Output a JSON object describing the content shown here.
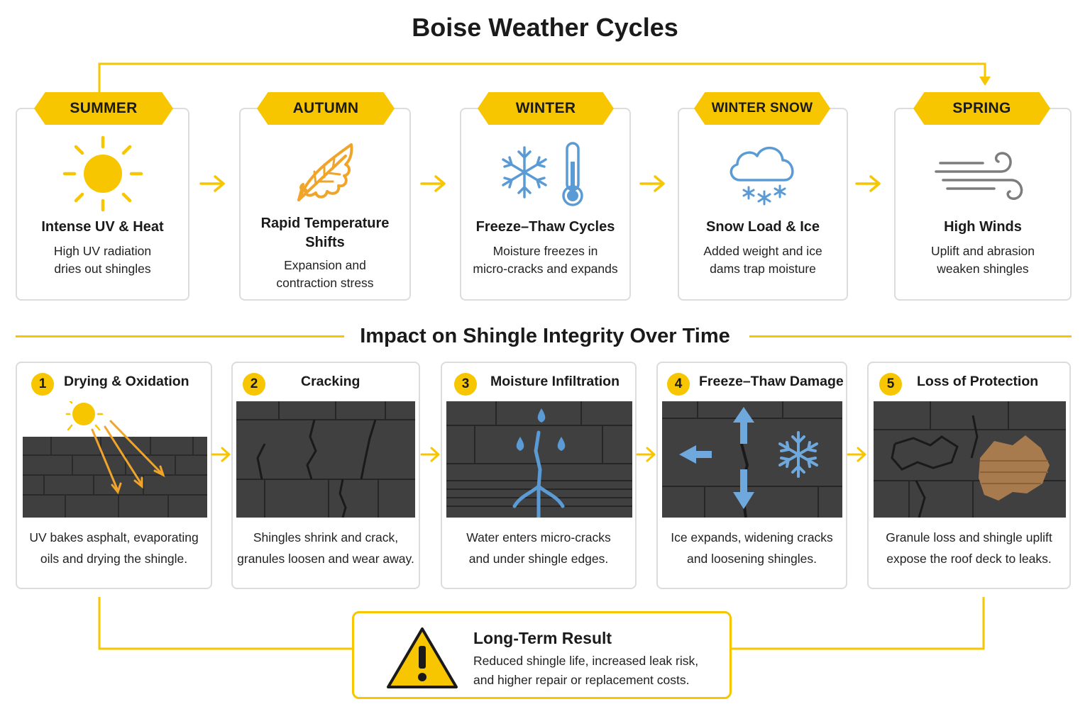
{
  "title": "Boise Weather Cycles",
  "seasons": [
    {
      "tag": "SUMMER",
      "heading": "Intense UV & Heat",
      "desc_lines": [
        "High UV radiation",
        "dries out shingles"
      ],
      "icon": "sun-icon"
    },
    {
      "tag": "AUTUMN",
      "heading_lines": [
        "Rapid Temperature",
        "Shifts"
      ],
      "desc_lines": [
        "Expansion and",
        "contraction stress"
      ],
      "icon": "leaf-icon"
    },
    {
      "tag": "WINTER",
      "heading": "Freeze–Thaw Cycles",
      "desc_lines": [
        "Moisture freezes in",
        "micro-cracks and expands"
      ],
      "icon": "snowflake-thermometer-icon"
    },
    {
      "tag": "WINTER SNOW",
      "heading": "Snow Load & Ice",
      "desc_lines": [
        "Added weight and ice",
        "dams trap moisture"
      ],
      "icon": "snow-cloud-icon"
    },
    {
      "tag": "SPRING",
      "heading": "High Winds",
      "desc_lines": [
        "Uplift and abrasion",
        "weaken shingles"
      ],
      "icon": "wind-icon"
    }
  ],
  "impact_title": "Impact on Shingle Integrity Over Time",
  "impacts": [
    {
      "number": "1",
      "heading": "Drying & Oxidation",
      "desc_lines": [
        "UV bakes asphalt, evaporating",
        "oils and drying the shingle."
      ]
    },
    {
      "number": "2",
      "heading": "Cracking",
      "desc_lines": [
        "Shingles shrink and crack,",
        "granules loosen and wear away."
      ]
    },
    {
      "number": "3",
      "heading": "Moisture Infiltration",
      "desc_lines": [
        "Water enters micro-cracks",
        "and under shingle edges."
      ]
    },
    {
      "number": "4",
      "heading": "Freeze–Thaw Damage",
      "desc_lines": [
        "Ice expands, widening cracks",
        "and loosening shingles."
      ]
    },
    {
      "number": "5",
      "heading": "Loss of Protection",
      "desc_lines": [
        "Granule loss and shingle uplift",
        "expose the roof deck to leaks."
      ]
    }
  ],
  "result": {
    "title": "Long-Term Result",
    "desc_lines": [
      "Reduced shingle life, increased leak risk,",
      "and higher repair or replacement costs."
    ],
    "icon": "warning-icon"
  },
  "colors": {
    "accent": "#f7c600",
    "icon_blue": "#5b9bd5",
    "icon_orange": "#f0a52a",
    "wind_gray": "#7d7d7d",
    "shingle": "#3f3f3f"
  }
}
